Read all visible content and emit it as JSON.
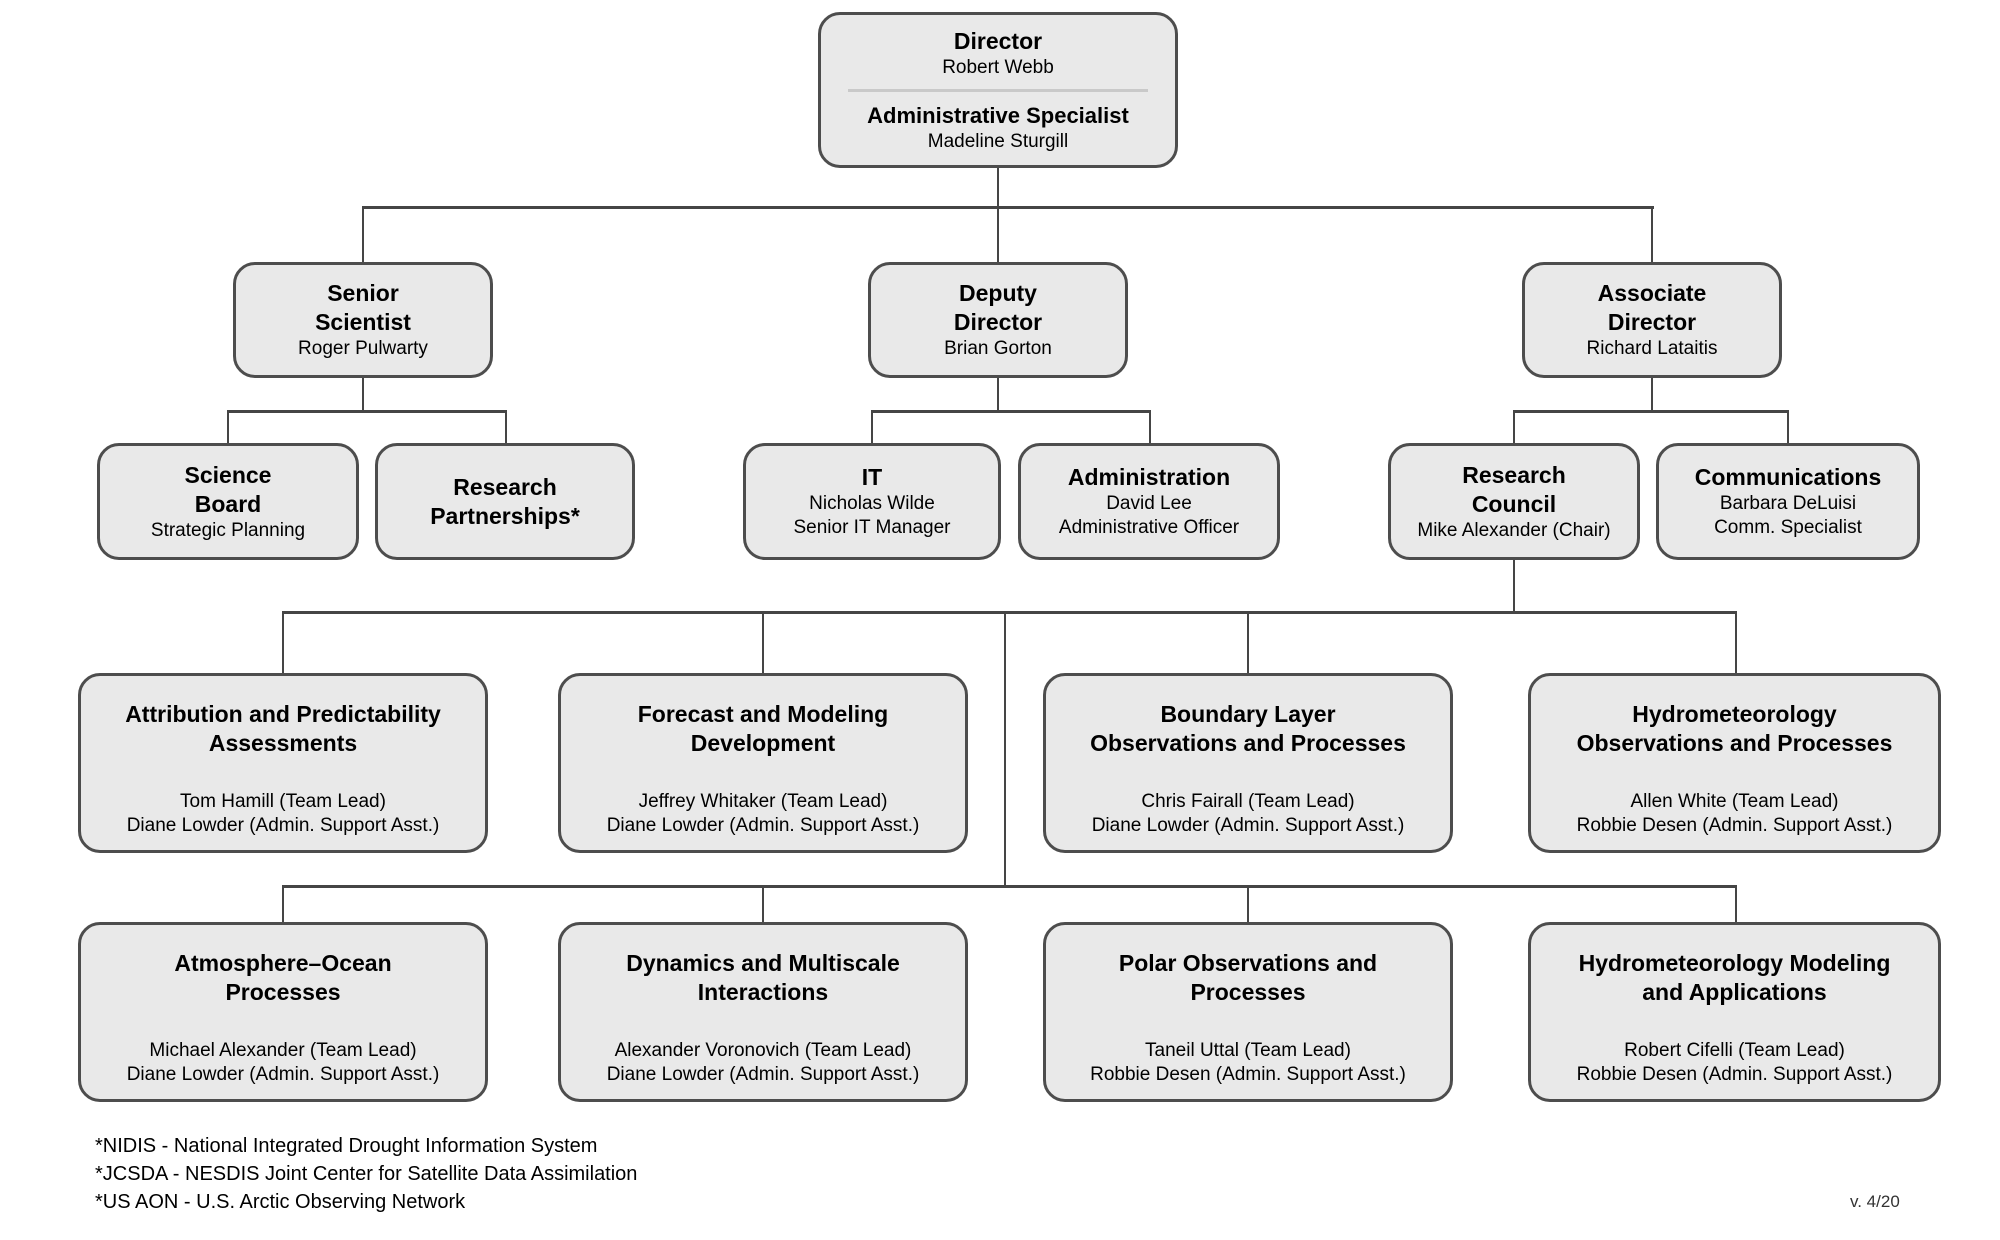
{
  "chart_type": "org-chart",
  "colors": {
    "box_fill": "#e9e9e9",
    "box_border": "#4d4d4d",
    "connector": "#454545",
    "text": "#000000"
  },
  "director": {
    "title": "Director",
    "name": "Robert Webb",
    "secondary_title": "Administrative Specialist",
    "secondary_name": "Madeline Sturgill"
  },
  "level2": {
    "senior_scientist": {
      "title": "Senior\nScientist",
      "name": "Roger Pulwarty"
    },
    "deputy_director": {
      "title": "Deputy\nDirector",
      "name": "Brian Gorton"
    },
    "associate_director": {
      "title": "Associate\nDirector",
      "name": "Richard Lataitis"
    }
  },
  "level3": {
    "science_board": {
      "title": "Science\nBoard",
      "name": "Strategic Planning"
    },
    "research_partnerships": {
      "title": "Research\nPartnerships*",
      "name": ""
    },
    "it": {
      "title": "IT",
      "name": "Nicholas Wilde\nSenior IT Manager"
    },
    "administration": {
      "title": "Administration",
      "name": "David Lee\nAdministrative Officer"
    },
    "research_council": {
      "title": "Research\nCouncil",
      "name": "Mike Alexander (Chair)"
    },
    "communications": {
      "title": "Communications",
      "name": "Barbara DeLuisi\nComm. Specialist"
    }
  },
  "teams_row1": [
    {
      "title": "Attribution and Predictability\nAssessments",
      "staff": "Tom Hamill (Team Lead)\nDiane Lowder (Admin. Support Asst.)"
    },
    {
      "title": "Forecast and Modeling\nDevelopment",
      "staff": "Jeffrey Whitaker (Team Lead)\nDiane Lowder (Admin. Support Asst.)"
    },
    {
      "title": "Boundary Layer\nObservations and Processes",
      "staff": "Chris Fairall (Team Lead)\nDiane Lowder (Admin. Support Asst.)"
    },
    {
      "title": "Hydrometeorology\nObservations and Processes",
      "staff": "Allen White (Team Lead)\nRobbie Desen (Admin. Support Asst.)"
    }
  ],
  "teams_row2": [
    {
      "title": "Atmosphere–Ocean\nProcesses",
      "staff": "Michael Alexander (Team Lead)\nDiane Lowder (Admin. Support Asst.)"
    },
    {
      "title": "Dynamics and Multiscale\nInteractions",
      "staff": "Alexander Voronovich (Team Lead)\nDiane Lowder (Admin. Support Asst.)"
    },
    {
      "title": "Polar Observations and\nProcesses",
      "staff": "Taneil Uttal (Team Lead)\nRobbie Desen (Admin. Support Asst.)"
    },
    {
      "title": "Hydrometeorology Modeling\nand Applications",
      "staff": "Robert Cifelli (Team Lead)\nRobbie Desen (Admin. Support Asst.)"
    }
  ],
  "footnotes": [
    "*NIDIS - National Integrated Drought Information System",
    "*JCSDA - NESDIS Joint Center for Satellite Data Assimilation",
    "*US AON - U.S. Arctic Observing Network"
  ],
  "version_label": "v. 4/20"
}
